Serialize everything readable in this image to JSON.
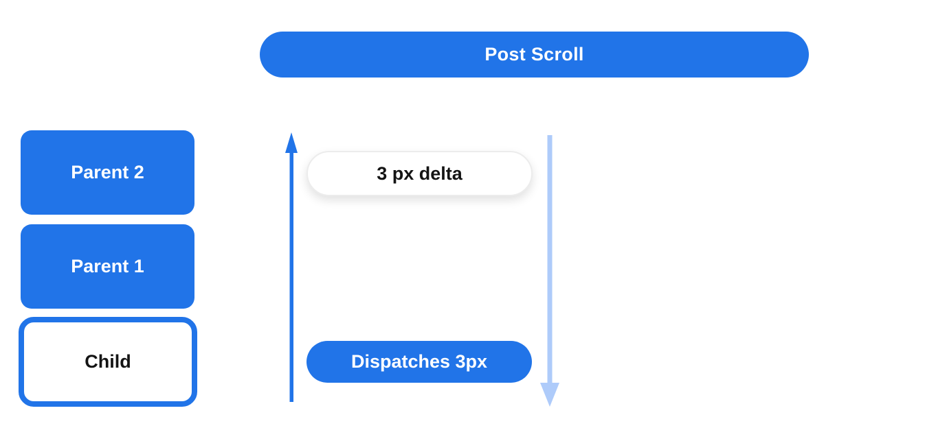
{
  "colors": {
    "primary_blue": "#2174E8",
    "light_blue": "#AECBFA",
    "text_dark": "#141414",
    "pill_border": "#ECECEC",
    "white": "#FFFFFF"
  },
  "banner": {
    "label": "Post Scroll"
  },
  "nodes": [
    {
      "id": "parent-2",
      "label": "Parent 2"
    },
    {
      "id": "parent-1",
      "label": "Parent 1"
    },
    {
      "id": "child",
      "label": "Child"
    }
  ],
  "flow": {
    "delta_pill_label": "3 px delta",
    "dispatch_pill_label": "Dispatches 3px",
    "up_arrow": "scroll-up-arrow",
    "down_arrow": "dispatch-down-arrow"
  }
}
